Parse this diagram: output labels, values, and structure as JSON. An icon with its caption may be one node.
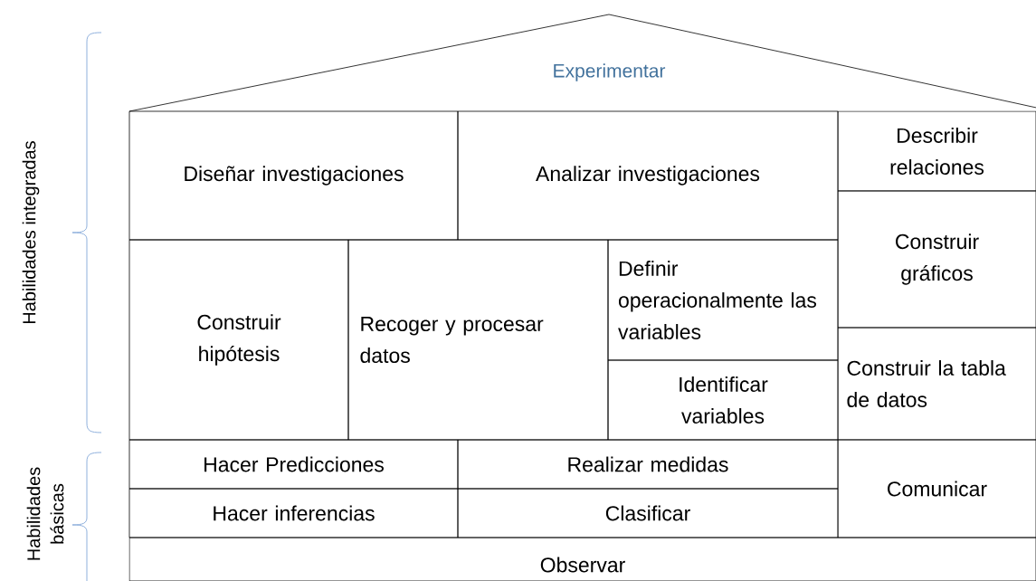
{
  "diagram": {
    "nodes": [
      {
        "text": [
          "Experimentar"
        ]
      },
      {
        "text": [
          "Diseñar investigaciones"
        ]
      },
      {
        "text": [
          "Analizar investigaciones"
        ]
      },
      {
        "text": [
          "Describir relaciones"
        ]
      },
      {
        "text": [
          "Construir hipótesis"
        ]
      },
      {
        "text": [
          "Recoger y procesar datos"
        ]
      },
      {
        "text": [
          "Definir operacionalmente las variables"
        ]
      },
      {
        "text": [
          "Construir gráficos"
        ]
      },
      {
        "text": [
          "Identificar variables"
        ]
      },
      {
        "text": [
          "Construir la tabla de datos"
        ]
      },
      {
        "text": [
          "Hacer Predicciones"
        ]
      },
      {
        "text": [
          "Realizar medidas"
        ]
      },
      {
        "text": [
          "Comunicar"
        ]
      },
      {
        "text": [
          "Hacer inferencias"
        ]
      },
      {
        "text": [
          "Clasificar"
        ]
      },
      {
        "text": [
          "Observar"
        ]
      }
    ],
    "labels": [
      "Habilidades integradas",
      "Habilidades básicas"
    ]
  }
}
